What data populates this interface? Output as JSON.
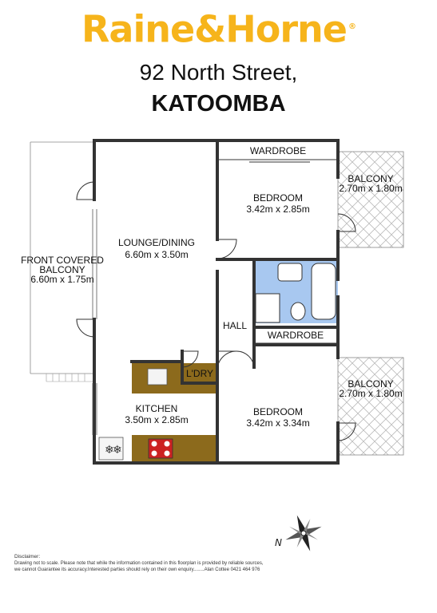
{
  "brand": {
    "logo": "Raine&Horne",
    "registered_mark": "®",
    "color": "#f6b41b"
  },
  "listing": {
    "address": "92 North Street,",
    "suburb": "KATOOMBA"
  },
  "rooms": {
    "front_balcony": {
      "line1": "FRONT COVERED",
      "line2": "BALCONY",
      "dims": "6.60m x 1.75m"
    },
    "lounge": {
      "name": "LOUNGE/DINING",
      "dims": "6.60m x 3.50m"
    },
    "bedroom_1": {
      "name": "BEDROOM",
      "dims": "3.42m x 2.85m"
    },
    "bedroom_2": {
      "name": "BEDROOM",
      "dims": "3.42m x 3.34m"
    },
    "wardrobe_1": "WARDROBE",
    "wardrobe_2": "WARDROBE",
    "balcony_1": {
      "name": "BALCONY",
      "dims": "2.70m x 1.80m"
    },
    "balcony_2": {
      "name": "BALCONY",
      "dims": "2.70m x 1.80m"
    },
    "hall": "HALL",
    "laundry": "L'DRY",
    "kitchen": {
      "name": "KITCHEN",
      "dims": "3.50m x 2.85m"
    }
  },
  "compass": {
    "north_letter": "N"
  },
  "colors": {
    "wall": "#333333",
    "bathroom": "#a8c8f0",
    "benchtop": "#8c6a1c",
    "cooktop": "#cc2222",
    "balcony_hatch": "#bbbbbb"
  },
  "disclaimer": {
    "title": "Disclaimer:",
    "line1": "Drawing not to scale. Please note that while the information contained in this floorplan is provided by reliable sources,",
    "line2": "we cannot Guarantee its accuracy.Interested parties should rely on their own enquiry........Alan Cottee 0421 464 976"
  }
}
